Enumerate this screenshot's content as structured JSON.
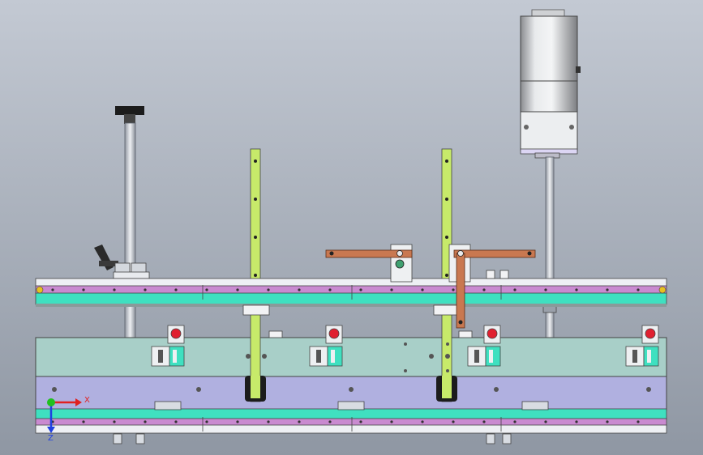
{
  "viewport": {
    "background_top": "#c3c9d3",
    "background_bottom": "#8f97a3"
  },
  "colors": {
    "rail_white": "#eef0f4",
    "rail_magenta": "#c98ad0",
    "rail_cyan": "#3fe0c0",
    "panel_teal": "#a8cfc8",
    "panel_violet": "#b0b0e0",
    "guide_green": "#c7ea6a",
    "linkage_orange": "#c97850",
    "sensor_red": "#e02030",
    "motor_silver": "#d6d8da",
    "motor_base": "#dcd6f4",
    "rod_silver": "#c8ccd2",
    "dark": "#202020"
  },
  "triad": {
    "x_label": "X",
    "z_label": "Z",
    "x_color": "#e02020",
    "y_color": "#20c020",
    "z_color": "#2040e0"
  },
  "parts": {
    "motor": "servo-motor",
    "left_post": "handle-post",
    "toggle_clamp": "toggle-clamp",
    "guides": [
      "left-guide-rail",
      "right-guide-rail"
    ],
    "linkages": [
      "left-linkage-arm",
      "right-linkage-arm"
    ],
    "sensors": [
      "sensor-1",
      "sensor-2",
      "sensor-3",
      "sensor-4"
    ]
  }
}
